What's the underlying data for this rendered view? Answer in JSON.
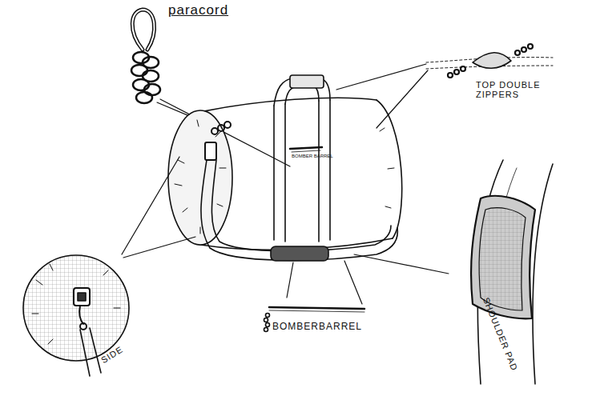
{
  "diagram": {
    "labels": [
      "paracord",
      "TOP DOUBLE ZIPPERS",
      "BOMBER BARREL",
      "SIDE",
      "BOMBERBARREL",
      "SHOULDER PAD"
    ]
  }
}
